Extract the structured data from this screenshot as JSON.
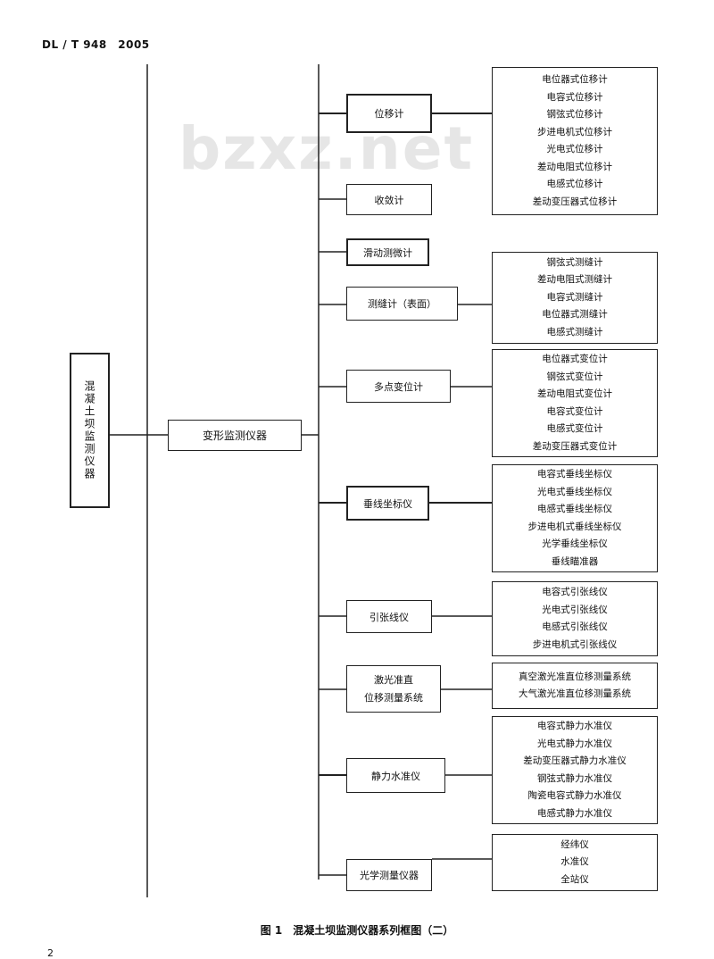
{
  "header": "DL / T 948　2005",
  "watermark": "bzxz.net",
  "root": "混凝土坝监测仪器",
  "category": "变形监测仪器",
  "groups": [
    {
      "label": "位移计",
      "items": [
        "电位器式位移计",
        "电容式位移计",
        "钢弦式位移计",
        "步进电机式位移计",
        "光电式位移计",
        "差动电阻式位移计",
        "电感式位移计",
        "差动变压器式位移计"
      ]
    },
    {
      "label": "收敛计",
      "items": []
    },
    {
      "label": "滑动测微计",
      "items": []
    },
    {
      "label": "测缝计（表面）",
      "items": [
        "钢弦式测缝计",
        "差动电阻式测缝计",
        "电容式测缝计",
        "电位器式测缝计",
        "电感式测缝计"
      ]
    },
    {
      "label": "多点变位计",
      "items": [
        "电位器式变位计",
        "钢弦式变位计",
        "差动电阻式变位计",
        "电容式变位计",
        "电感式变位计",
        "差动变压器式变位计"
      ]
    },
    {
      "label": "垂线坐标仪",
      "items": [
        "电容式垂线坐标仪",
        "光电式垂线坐标仪",
        "电感式垂线坐标仪",
        "步进电机式垂线坐标仪",
        "光学垂线坐标仪",
        "垂线瞄准器"
      ]
    },
    {
      "label": "引张线仪",
      "items": [
        "电容式引张线仪",
        "光电式引张线仪",
        "电感式引张线仪",
        "步进电机式引张线仪"
      ]
    },
    {
      "label": "激光准直\n位移测量系统",
      "items": [
        "真空激光准直位移测量系统",
        "大气激光准直位移测量系统"
      ]
    },
    {
      "label": "静力水准仪",
      "items": [
        "电容式静力水准仪",
        "光电式静力水准仪",
        "差动变压器式静力水准仪",
        "钢弦式静力水准仪",
        "陶瓷电容式静力水准仪",
        "电感式静力水准仪"
      ]
    },
    {
      "label": "光学测量仪器",
      "items": [
        "经纬仪",
        "水准仪",
        "全站仪"
      ]
    }
  ],
  "caption": "图 1　混凝土坝监测仪器系列框图（二）",
  "page_number": "2"
}
